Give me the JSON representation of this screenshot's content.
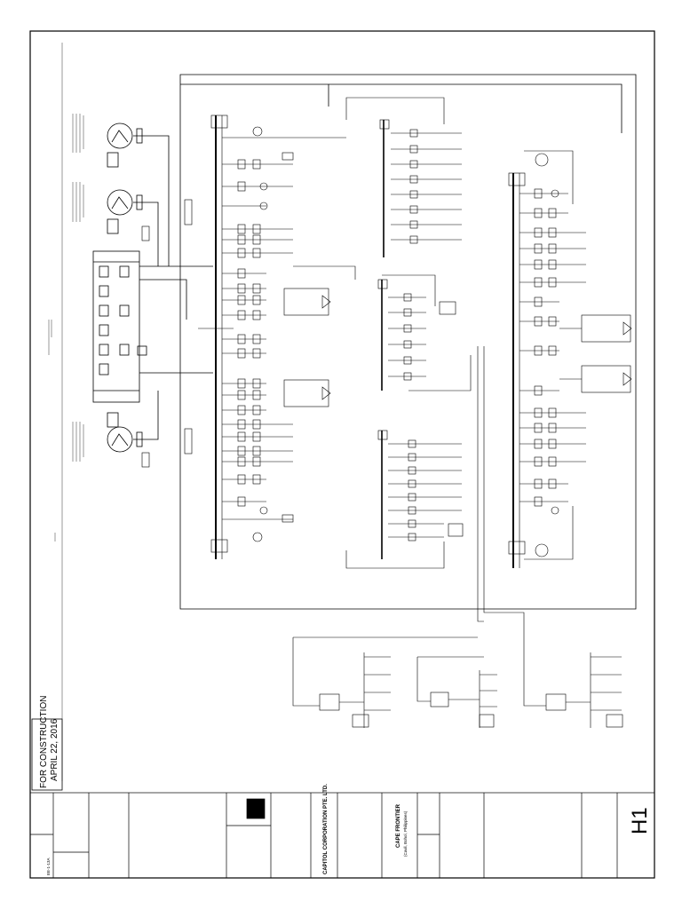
{
  "stamp": {
    "line1": "FOR CONSTRUCTION",
    "line2": "APRIL 22, 2016"
  },
  "title_block": {
    "sheet_id": "H1",
    "owner": "CAPITOL CORPORATION PTE. LTD.",
    "project": "CAPE FRONTIER",
    "project_sub": "(Cavil, Bohol, Philippines)",
    "drawing_no": "EE-1-13A"
  },
  "colors": {
    "line": "#000000",
    "background": "#ffffff"
  }
}
